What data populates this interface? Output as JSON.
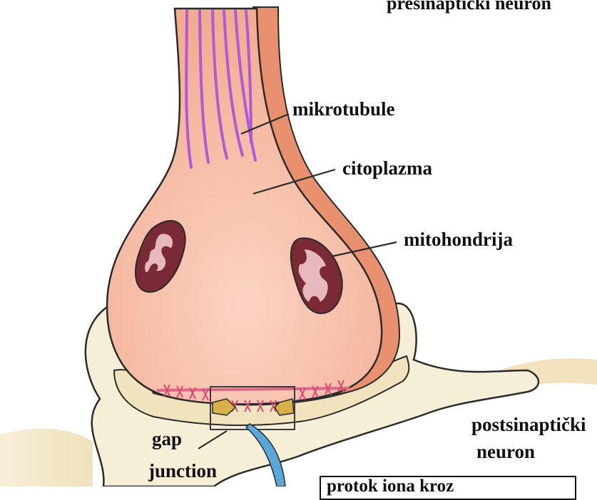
{
  "labels": {
    "presynaptic": "presinaptički neuron",
    "microtubules": "mikrotubule",
    "cytoplasm": "citoplazma",
    "mitochondria": "mitohondrija",
    "postsynaptic_line1": "postsinaptički",
    "postsynaptic_line2": "neuron",
    "gap_line1": "gap",
    "gap_line2": "junction",
    "ion_flow": "protok iona kroz"
  },
  "colors": {
    "neuron_fill": "#f4b8a0",
    "neuron_edge": "#e89a78",
    "postsynaptic_fill": "#f6edd2",
    "microtubule": "#b05ad8",
    "mitochondria": "#7a2a34",
    "gap_junction": "#e0487a",
    "channel_fill": "#d8b048",
    "arrow_blue": "#5aa8d8"
  }
}
